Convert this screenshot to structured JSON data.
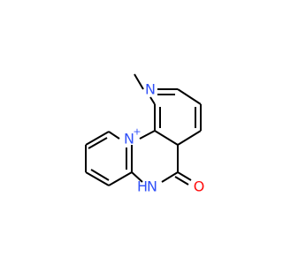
{
  "colors": {
    "background": "#ffffff",
    "bond": "#000000",
    "nitrogen": "#3050F8",
    "oxygen": "#FF0D0D"
  },
  "atoms": {
    "n_pyridine": "N",
    "n_pyridinium": "N",
    "n_pyridinium_charge": "+",
    "nh": "N",
    "nh_hydrogen": "H",
    "o_carbonyl": "O"
  }
}
